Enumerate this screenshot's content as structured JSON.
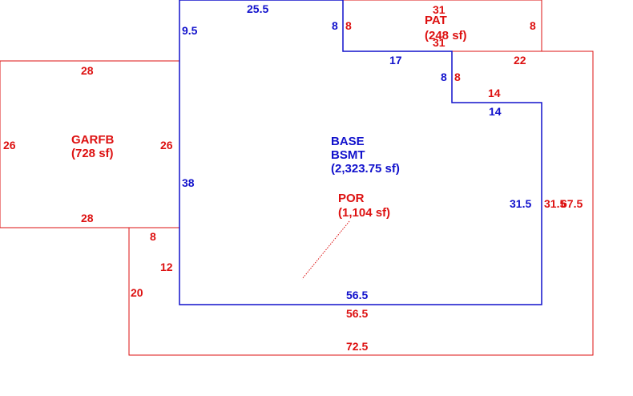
{
  "colors": {
    "red": "#dd1111",
    "blue": "#1111cc"
  },
  "areas": {
    "base": {
      "code": "BASE",
      "code2": "BSMT",
      "area": "(2,323.75 sf)"
    },
    "garfb": {
      "code": "GARFB",
      "area": "(728 sf)"
    },
    "pat": {
      "code": "PAT",
      "area": "(248 sf)"
    },
    "por": {
      "code": "POR",
      "area": "(1,104 sf)"
    }
  },
  "dims": {
    "base_top": "25.5",
    "base_left_upper": "9.5",
    "base_left_lower": "38",
    "base_notch_v1": "8",
    "base_notch_h1": "17",
    "base_notch_v2": "8",
    "base_notch_h2": "14",
    "base_right": "31.5",
    "base_bottom": "56.5",
    "garfb_top": "28",
    "garfb_bottom": "28",
    "garfb_left": "26",
    "garfb_right": "26",
    "pat_top": "31",
    "pat_bottom": "31",
    "pat_left": "8",
    "pat_right": "8",
    "por_top": "22",
    "por_step_v": "8",
    "por_step_h": "14",
    "por_right_a": "31.5",
    "por_right_b": "67.5",
    "por_bottom_inner": "56.5",
    "por_bottom": "72.5",
    "por_left": "20",
    "por_left_step": "8",
    "por_left_v": "12"
  }
}
